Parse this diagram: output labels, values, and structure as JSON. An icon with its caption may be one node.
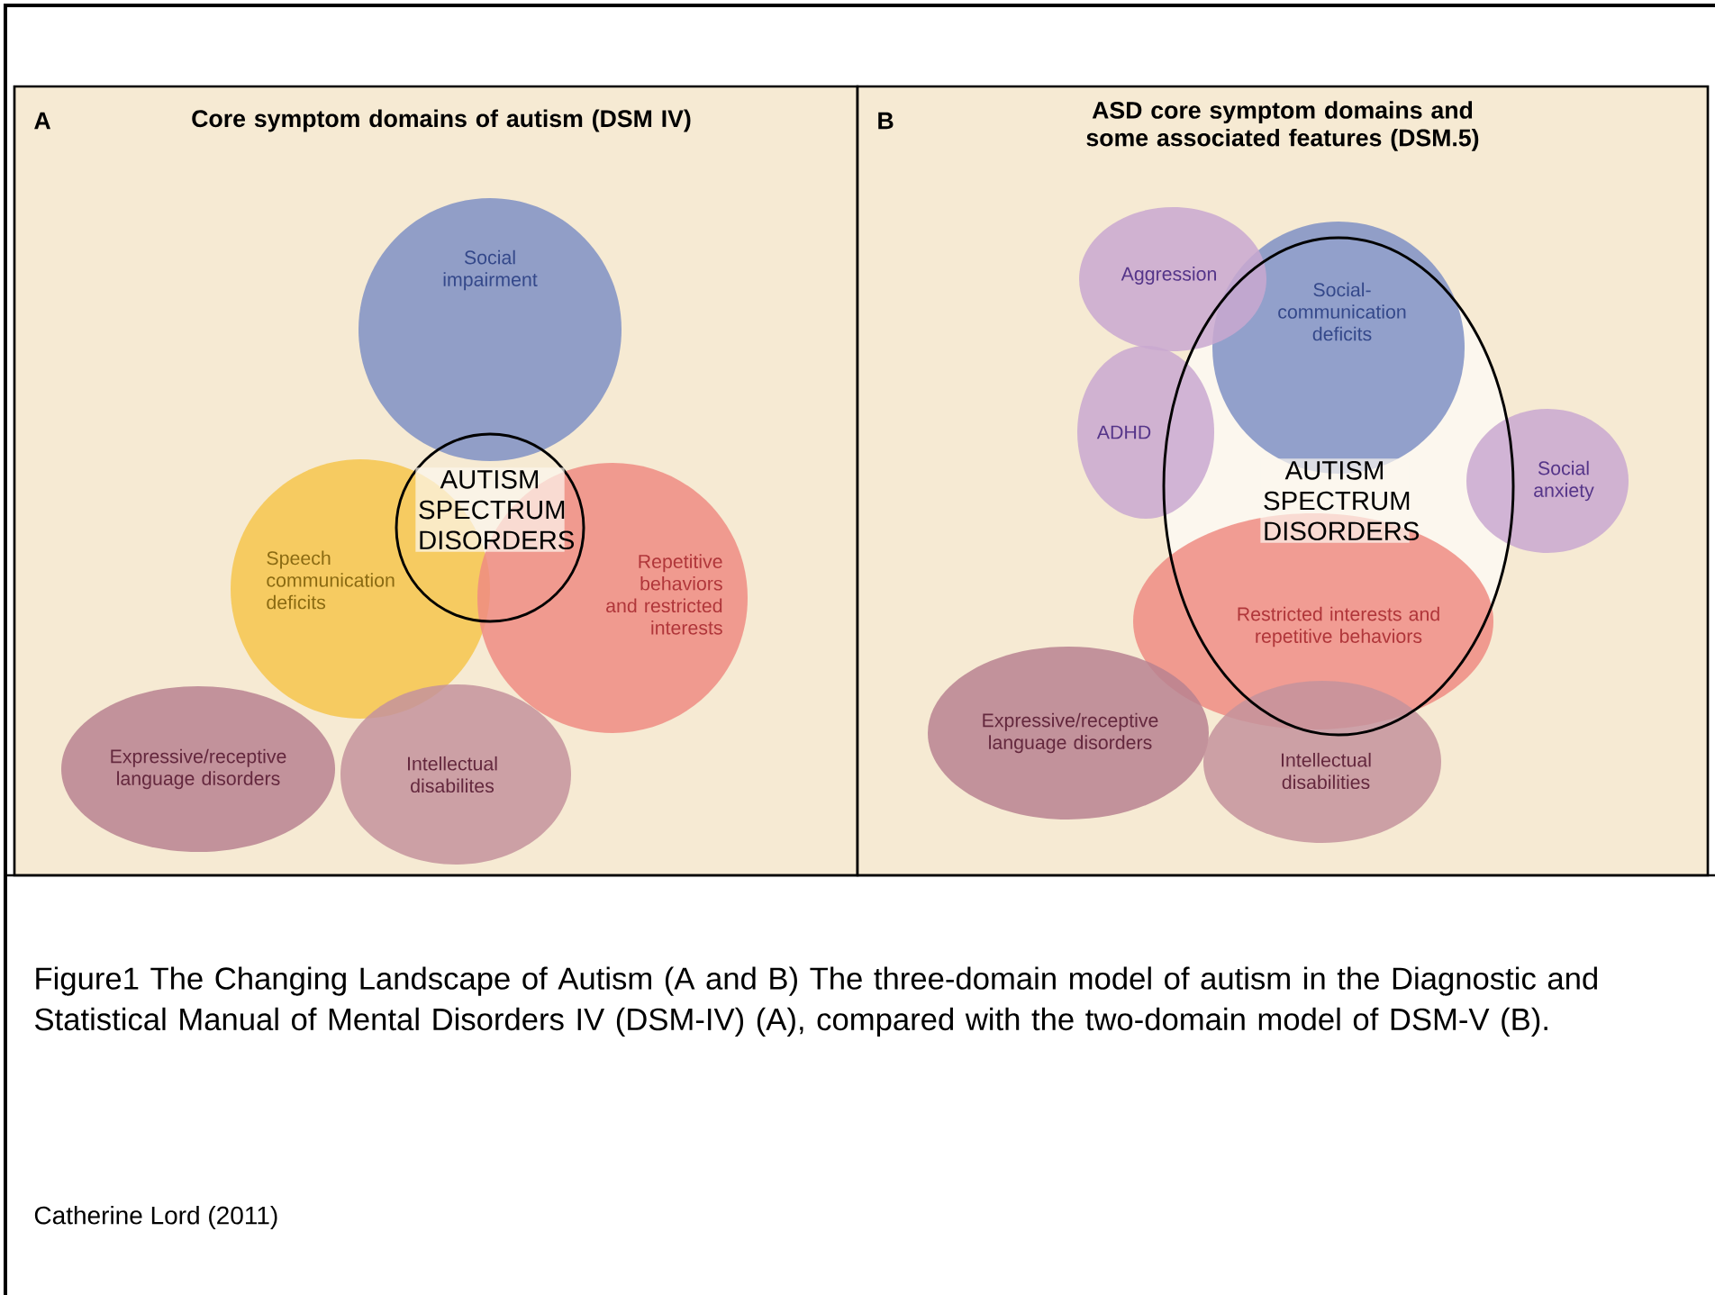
{
  "diagram": {
    "caption": "Figure1 The Changing Landscape of Autism (A and B) The three-domain model of autism in the Diagnostic and Statistical Manual of Mental Disorders IV (DSM-IV) (A), compared with the two-domain model of DSM-V (B).",
    "nodes": [
      {
        "text": [
          "A",
          "Core symptom domains of autism (DSM IV)"
        ]
      },
      {
        "text": [
          "Social impairment"
        ],
        "in": 0
      },
      {
        "text": [
          "AUTISM SPECTRUM DISORDERS"
        ],
        "in": 0
      },
      {
        "text": [
          "Speech communication deficits"
        ],
        "in": 0
      },
      {
        "text": [
          "Repetitive behaviors and restricted interests"
        ],
        "in": 0
      },
      {
        "text": [
          "Expressive/receptive language disorders"
        ],
        "in": 0
      },
      {
        "text": [
          "Intellectual disabilites"
        ],
        "in": 0
      },
      {
        "text": [
          "B",
          "ASD core symptom domains and some associated features (DSM.5)"
        ]
      },
      {
        "text": [
          "Aggression"
        ],
        "in": 7
      },
      {
        "text": [
          "Social-communication deficits"
        ],
        "in": 7
      },
      {
        "text": [
          "ADHD"
        ],
        "in": 7
      },
      {
        "text": [
          "AUTISM SPECTRUM DISORDERS"
        ],
        "in": 7
      },
      {
        "text": [
          "Social anxiety"
        ],
        "in": 7
      },
      {
        "text": [
          "Restricted interests and repetitive behaviors"
        ],
        "in": 7
      },
      {
        "text": [
          "Expressive/receptive language disorders"
        ],
        "in": 7
      },
      {
        "text": [
          "Intellectual disabilities"
        ],
        "in": 7
      }
    ],
    "labels": [
      "Catherine Lord (2011)"
    ]
  }
}
